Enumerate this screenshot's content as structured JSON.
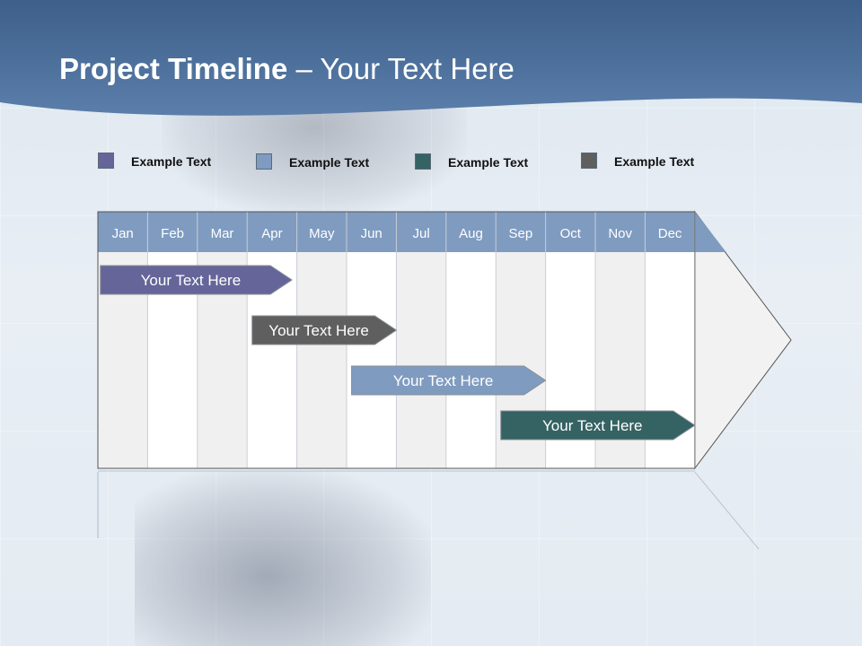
{
  "title": {
    "bold": "Project Timeline",
    "rest": " – Your Text Here"
  },
  "colors": {
    "header": "#4a6d98",
    "month_header": "#7f9bc0",
    "col_light": "#f0f0f0",
    "col_white": "#ffffff",
    "arrow_body": "#f2f2f2"
  },
  "legend": [
    {
      "label": "Example Text",
      "color": "#65659a"
    },
    {
      "label": "Example Text",
      "color": "#7f9bc0"
    },
    {
      "label": "Example Text",
      "color": "#356262"
    },
    {
      "label": "Example Text",
      "color": "#5f5f5f"
    }
  ],
  "chart_data": {
    "type": "gantt",
    "months": [
      "Jan",
      "Feb",
      "Mar",
      "Apr",
      "May",
      "Jun",
      "Jul",
      "Aug",
      "Sep",
      "Oct",
      "Nov",
      "Dec"
    ],
    "tasks": [
      {
        "label": "Your  Text Here",
        "start": 0.05,
        "end": 3.9,
        "color": "#65659a"
      },
      {
        "label": "Your  Text Here",
        "start": 3.1,
        "end": 6.0,
        "color": "#5f5f5f"
      },
      {
        "label": "Your  Text Here",
        "start": 5.1,
        "end": 9.0,
        "color": "#7f9bc0"
      },
      {
        "label": "Your  Text Here",
        "start": 8.1,
        "end": 12.0,
        "color": "#356262"
      }
    ]
  }
}
